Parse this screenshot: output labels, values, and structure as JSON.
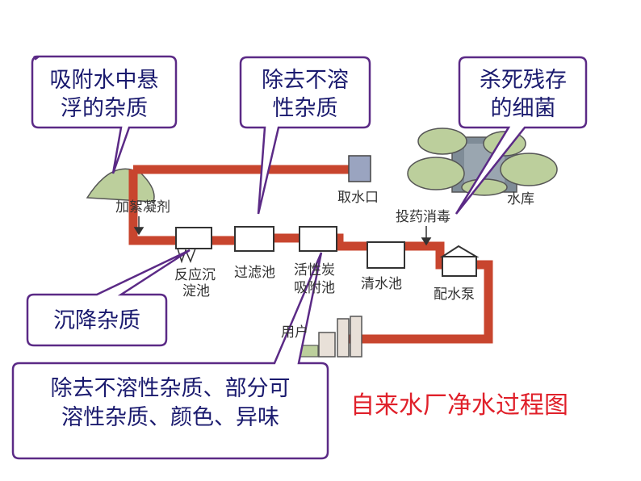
{
  "callouts": {
    "adsorb": [
      "吸附水中悬",
      "浮的杂质"
    ],
    "remove_insoluble": [
      "除去不溶",
      "性杂质"
    ],
    "kill_bacteria": [
      "杀死残存",
      "的细菌"
    ],
    "settle": [
      "沉降杂质"
    ],
    "carbon": [
      "除去不溶性杂质、部分可",
      "溶性杂质、颜色、异味"
    ]
  },
  "labels": {
    "water_intake": "取水口",
    "reservoir": "水库",
    "coagulant": "加絮凝剂",
    "disinfect": "投药消毒",
    "sedimentation": [
      "反应沉",
      "淀池"
    ],
    "filter": "过滤池",
    "activated_carbon": [
      "活性炭",
      "吸附池"
    ],
    "clear_water": "清水池",
    "pump": "配水泵",
    "user": "用户"
  },
  "title": "自来水厂净水过程图",
  "colors": {
    "pipe": "#c8452e",
    "callout_border": "#5b2a86",
    "callout_text": "#1a1a6e",
    "title": "#e0202a",
    "tree": "#bccf9c"
  }
}
